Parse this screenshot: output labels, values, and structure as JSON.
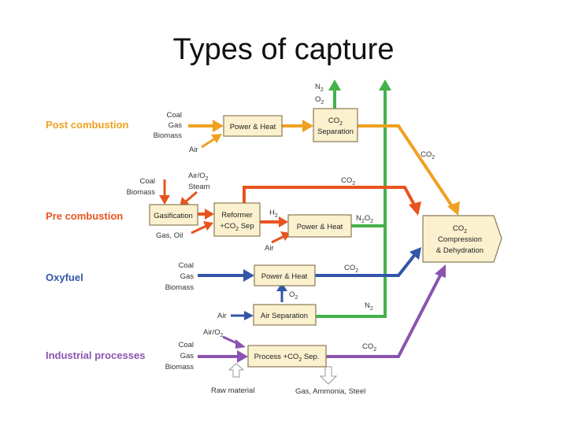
{
  "title": "Types of capture",
  "colors": {
    "post": "#f0a020",
    "pre": "#e8541e",
    "oxy": "#3356a8",
    "industrial": "#8a55b0",
    "green": "#44b24a",
    "box_fill": "#fbf1cf"
  },
  "categories": {
    "post": "Post combustion",
    "pre": "Pre combustion",
    "oxy": "Oxyfuel",
    "industrial": "Industrial processes"
  },
  "boxes": {
    "power_heat_1": "Power & Heat",
    "co2_sep_l1": "CO",
    "co2_sep_sub": "2",
    "co2_sep_l2": "Separation",
    "gasification": "Gasification",
    "reformer_l1": "Reformer",
    "reformer_l2_pre": "+CO",
    "reformer_l2_sub": "2",
    "reformer_l2_post": " Sep",
    "power_heat_2": "Power & Heat",
    "power_heat_3": "Power & Heat",
    "air_separation": "Air Separation",
    "process_pre": "Process +CO",
    "process_sub": "2",
    "process_post": " Sep.",
    "compression_l1_pre": "CO",
    "compression_l1_sub": "2",
    "compression_l2": "Compression",
    "compression_l3": "& Dehydration"
  },
  "labels": {
    "post_coal": "Coal",
    "post_gas": "Gas",
    "post_biomass": "Biomass",
    "post_air": "Air",
    "n2": "N",
    "n2_sub": "2",
    "o2": "O",
    "o2_sub": "2",
    "co2_post": "CO",
    "co2_post_sub": "2",
    "pre_coal": "Coal",
    "pre_biomass": "Biomass",
    "pre_airo2": "Air/O",
    "pre_airo2_sub": "2",
    "pre_steam": "Steam",
    "pre_co2": "CO",
    "pre_co2_sub": "2",
    "pre_h2": "H",
    "pre_h2_sub": "2",
    "pre_gas_oil": "Gas, Oil",
    "pre_air": "Air",
    "pre_n2o2": "N",
    "pre_n2o2_sub": "2",
    "pre_n2o2_post": "O",
    "pre_n2o2_sub2": "2",
    "oxy_coal": "Coal",
    "oxy_gas": "Gas",
    "oxy_biomass": "Biomass",
    "oxy_co2": "CO",
    "oxy_co2_sub": "2",
    "oxy_o2": "O",
    "oxy_o2_sub": "2",
    "airsep_air": "Air",
    "airsep_n2": "N",
    "airsep_n2_sub": "2",
    "ind_airo2": "Air/O",
    "ind_airo2_sub": "2",
    "ind_coal": "Coal",
    "ind_gas": "Gas",
    "ind_biomass": "Biomass",
    "ind_co2": "CO",
    "ind_co2_sub": "2",
    "raw_material": "Raw material",
    "products": "Gas, Ammonia, Steel"
  }
}
